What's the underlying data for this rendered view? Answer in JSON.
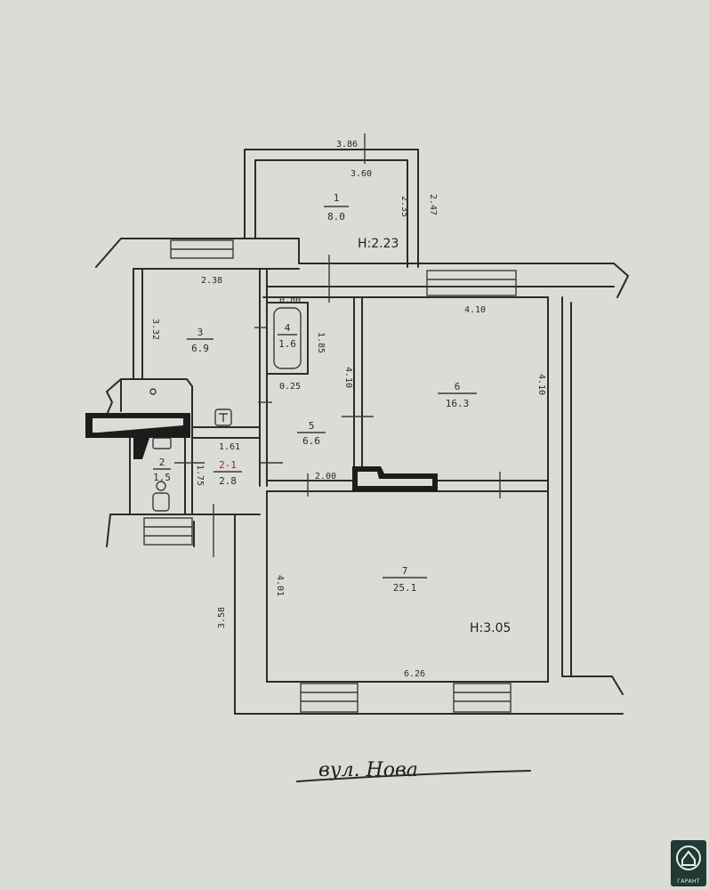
{
  "rooms": [
    {
      "id": "1",
      "number": "1",
      "area": "8.0"
    },
    {
      "id": "2",
      "number": "2",
      "area": "1.5"
    },
    {
      "id": "2-1",
      "number": "2-1",
      "area": "2.8"
    },
    {
      "id": "3",
      "number": "3",
      "area": "6.9"
    },
    {
      "id": "4",
      "number": "4",
      "area": "1.6"
    },
    {
      "id": "5",
      "number": "5",
      "area": "6.6"
    },
    {
      "id": "6",
      "number": "6",
      "area": "16.3"
    },
    {
      "id": "7",
      "number": "7",
      "area": "25.1"
    }
  ],
  "dimensions": {
    "top_outer": "3.86",
    "top_inner": "3.60",
    "r1_right_inner": "2.35",
    "r1_right_outer": "2.47",
    "r3_width": "2.38",
    "r3_height": "3.32",
    "r4_width": "0.80",
    "r4_height": "1.85",
    "r4_bottom": "0.25",
    "r6_width": "4.10",
    "r6_left": "4.10",
    "r6_right": "4.10",
    "corridor_width": "1.61",
    "corridor_low": "2.00",
    "bath_height": "1.75",
    "r7_left": "4.01",
    "r7_bottom": "6.26",
    "outer_left": "3.58"
  },
  "heights": {
    "h1": "H:2.23",
    "h2": "H:3.05"
  },
  "street": "вул. Нова",
  "logo": {
    "caption": "ГАРАНТ"
  }
}
